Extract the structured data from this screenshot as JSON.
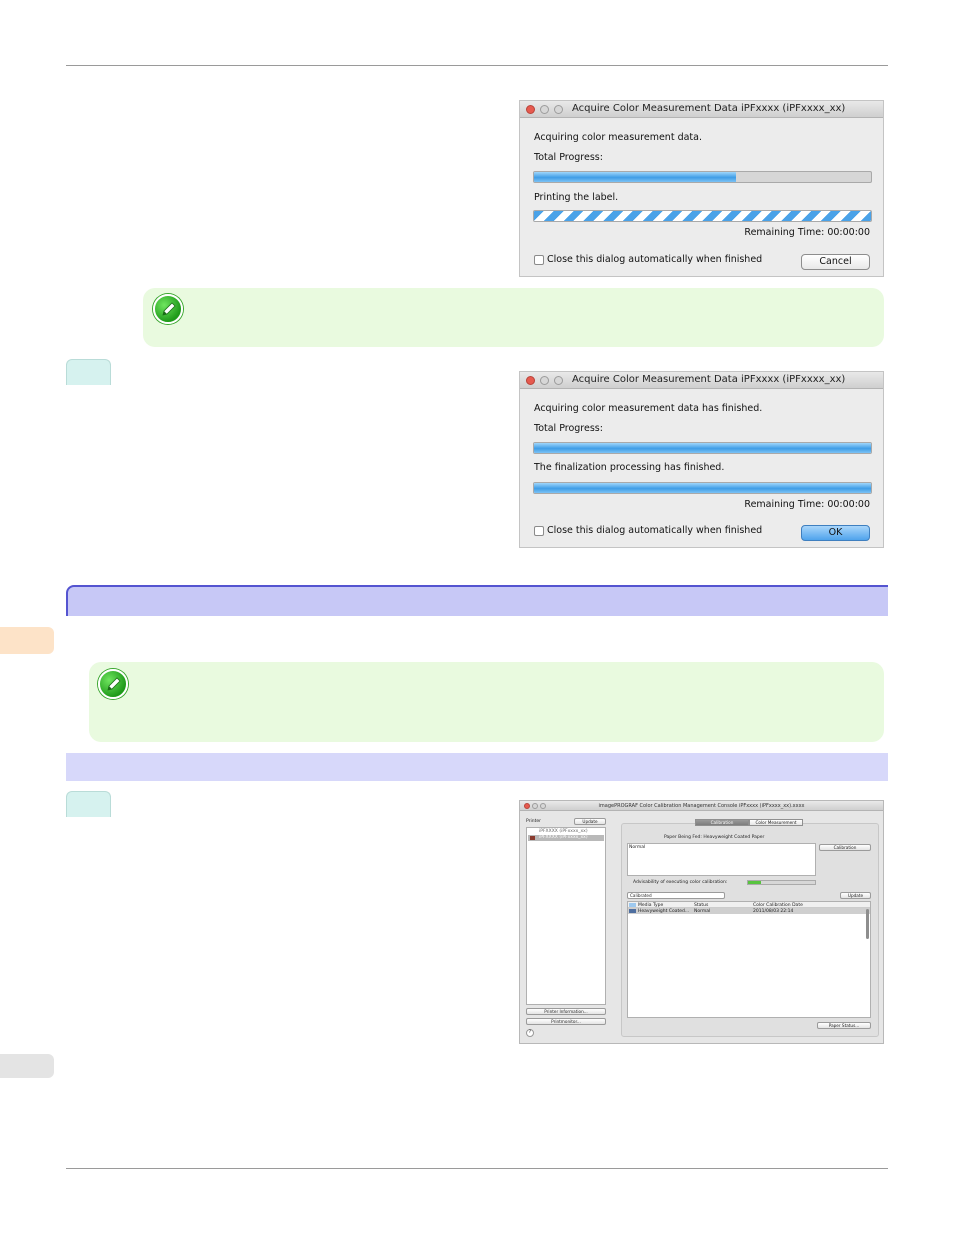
{
  "dialog_acquiring": {
    "title": "Acquire Color Measurement Data iPFxxxx (iPFxxxx_xx)",
    "status": "Acquiring color measurement data.",
    "total_label": "Total Progress:",
    "total_progress": 0.6,
    "step_label": "Printing the label.",
    "remaining": "Remaining Time: 00:00:00",
    "checkbox_label": "Close this dialog automatically when finished",
    "button": "Cancel"
  },
  "dialog_finished": {
    "title": "Acquire Color Measurement Data iPFxxxx (iPFxxxx_xx)",
    "status": "Acquiring color measurement data has finished.",
    "total_label": "Total Progress:",
    "total_progress": 1.0,
    "step_label": "The finalization processing has finished.",
    "step_progress": 1.0,
    "remaining": "Remaining Time: 00:00:00",
    "checkbox_label": "Close this dialog automatically when finished",
    "button": "OK"
  },
  "console": {
    "title": "imagePROGRAF Color Calibration Management Console iPFxxxx (iPFxxxx_xx).xxxx",
    "printer_label": "Printer",
    "update_button": "Update",
    "printer_items": [
      "iPFXXXX (iPFxxxx_xx)",
      "iPFXXXX (iPFxxxx_xx)"
    ],
    "printer_info_button": "Printer Information...",
    "printmonitor_button": "Printmonitor...",
    "help_glyph": "?",
    "tabs": [
      "Calibration",
      "Color Measurement"
    ],
    "paper_being_fed": "Paper Being Fed:  Heavyweight Coated Paper",
    "status_text": "Normal",
    "calibration_button": "Calibration",
    "advisability_label": "Advisability of executing color calibration:",
    "advisability_level": 0.2,
    "filter_value": "Calibrated",
    "table_update_button": "Update",
    "columns": [
      "Media Type",
      "Status",
      "Color Calibration Date"
    ],
    "rows": [
      [
        "Heavyweight Coated...",
        "Normal",
        "2011/08/03 22:14"
      ]
    ],
    "paper_status_button": "Paper Status..."
  },
  "colors": {
    "note_bg": "#e9fadf",
    "section_bar": "#c7c8f6",
    "section_border": "#5454d0",
    "subsection_bar": "#d7d8fa",
    "step_marker": "#d6f2ef",
    "side_tab_orange": "#fde3c8",
    "side_tab_gray": "#e4e4e4"
  },
  "icons": [
    "note-pencil-icon",
    "close-light-icon"
  ]
}
